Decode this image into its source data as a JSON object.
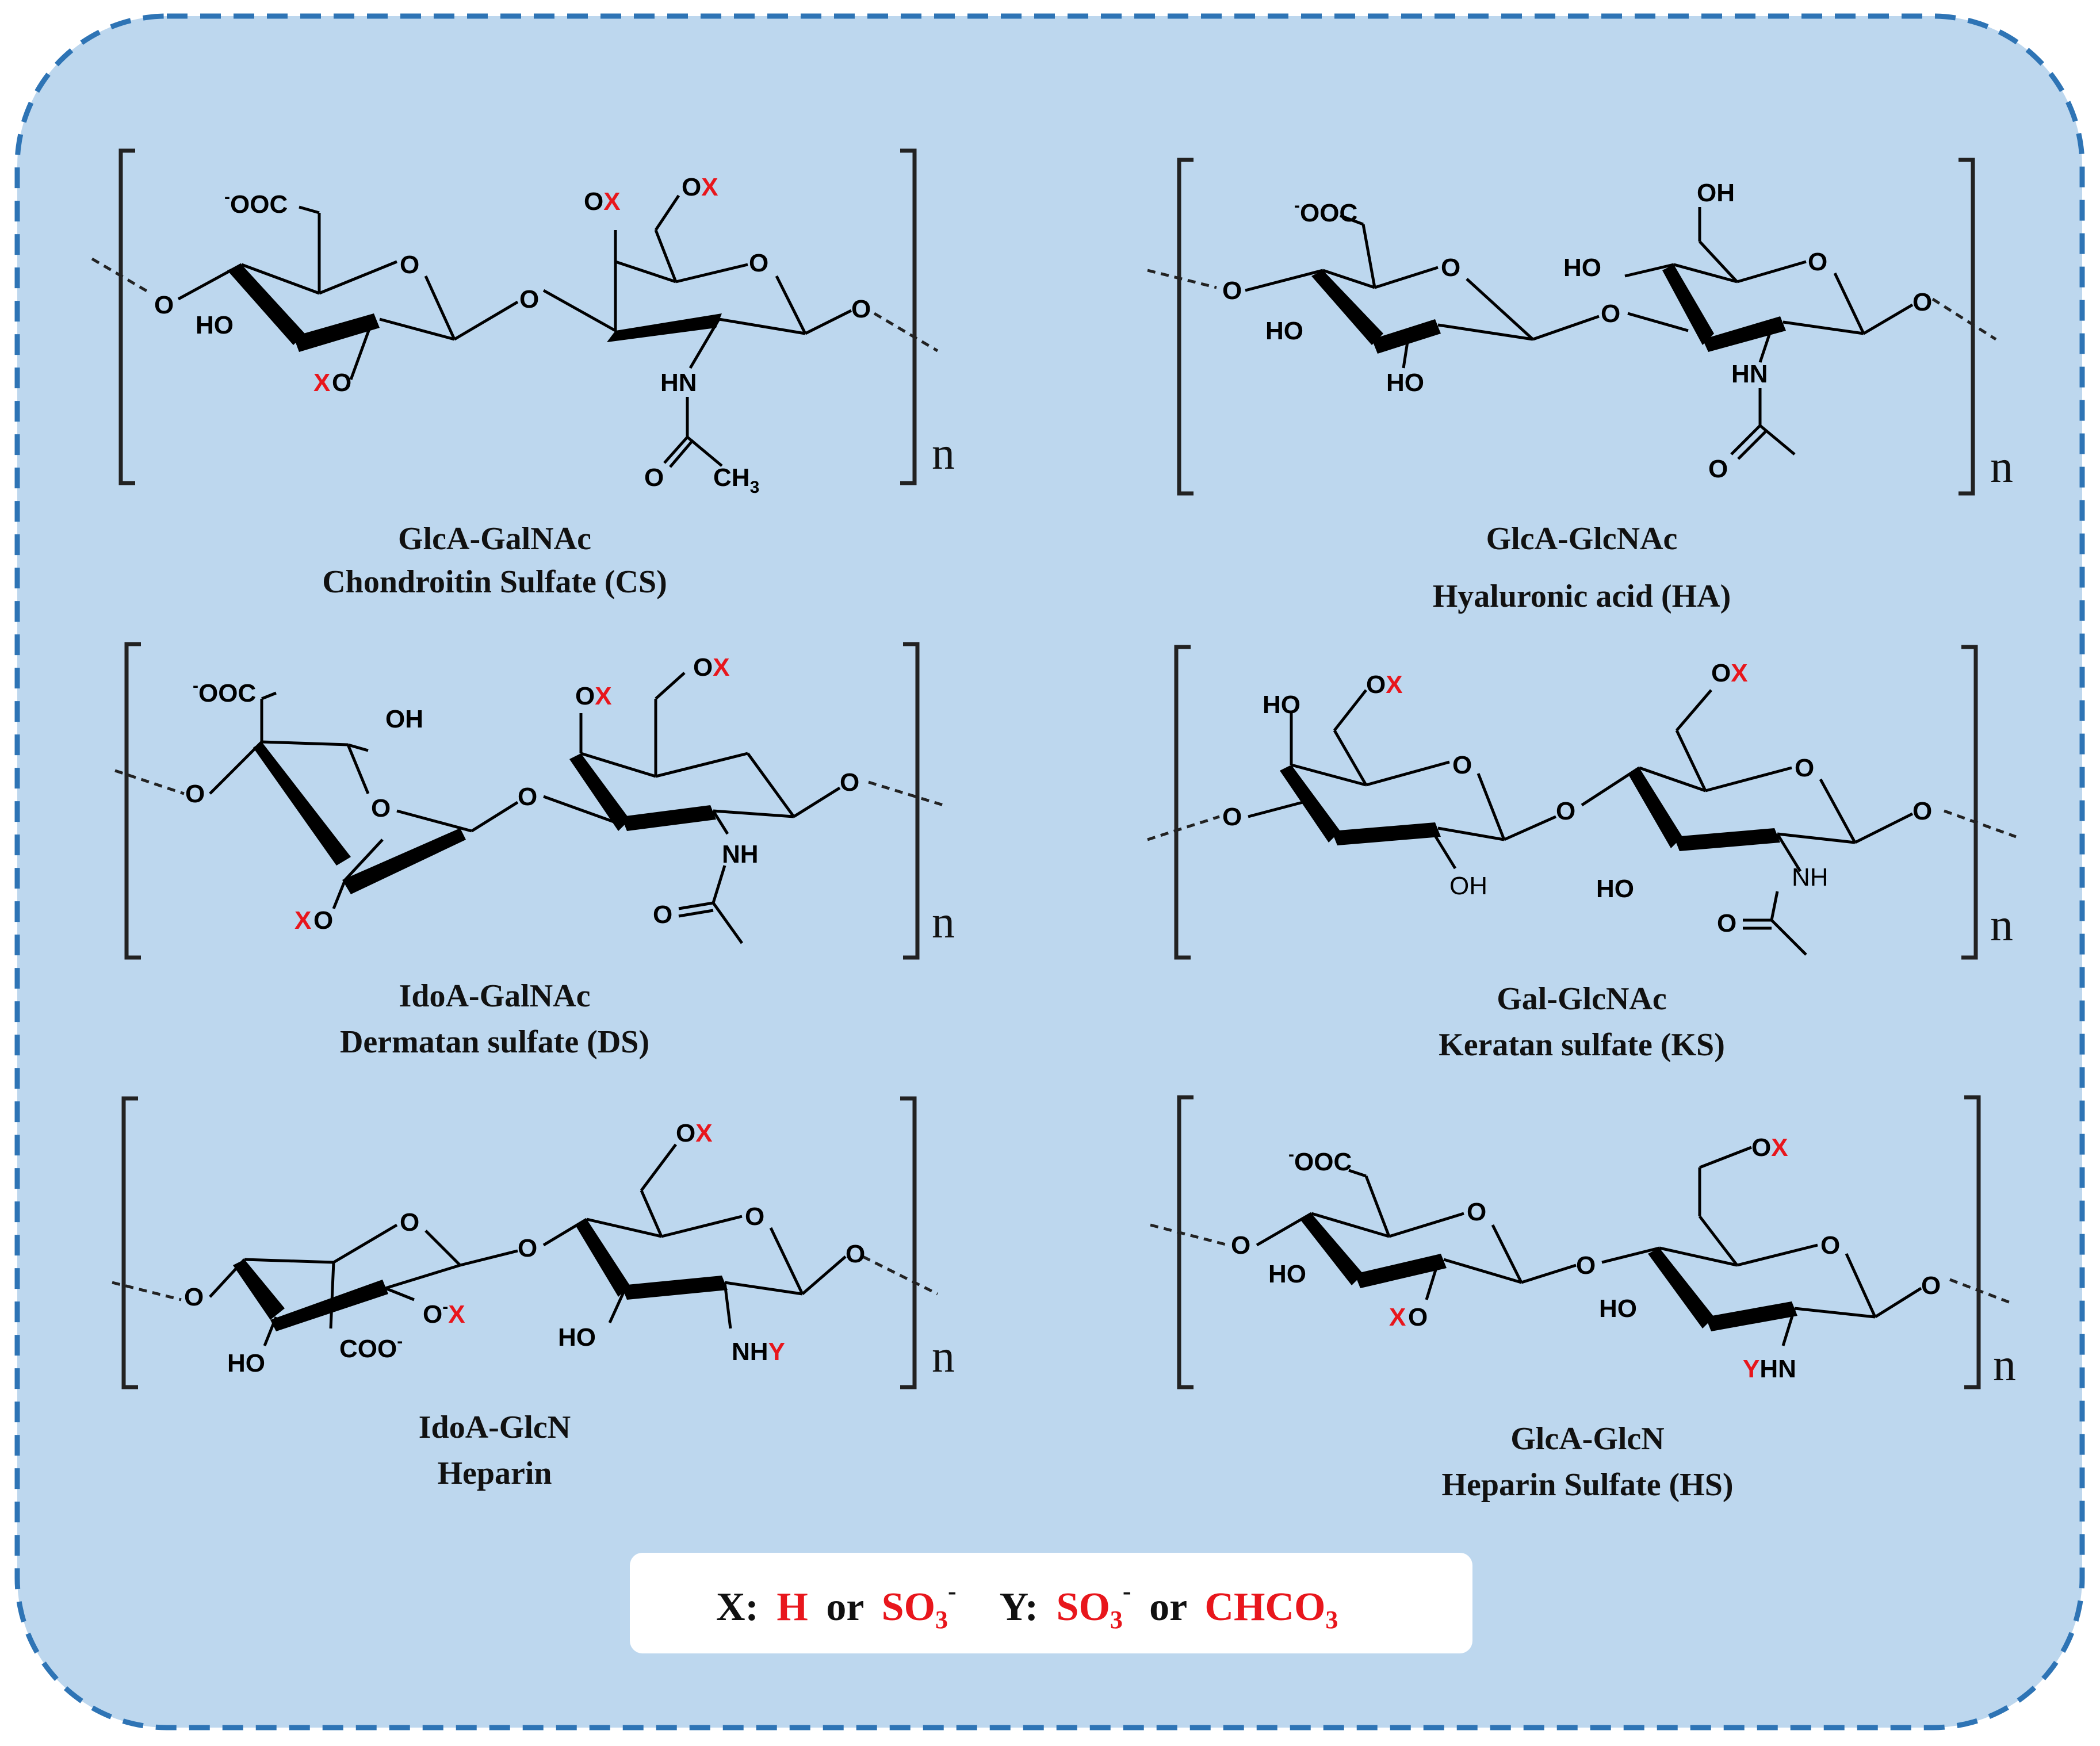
{
  "panels": [
    {
      "id": "cs",
      "line1": "GlcA-GalNAc",
      "line2": "Chondroitin Sulfate (CS)"
    },
    {
      "id": "ha",
      "line1": "GlcA-GlcNAc",
      "line2": "Hyaluronic acid (HA)"
    },
    {
      "id": "ds",
      "line1": "IdoA-GalNAc",
      "line2": "Dermatan sulfate (DS)"
    },
    {
      "id": "ks",
      "line1": "Gal-GlcNAc",
      "line2": "Keratan sulfate (KS)"
    },
    {
      "id": "hep",
      "line1": "IdoA-GlcN",
      "line2": "Heparin"
    },
    {
      "id": "hs",
      "line1": "GlcA-GlcN",
      "line2": "Heparin Sulfate (HS)"
    }
  ],
  "repeat_label": "n",
  "atoms": {
    "o": "O",
    "oh": "OH",
    "ho": "HO",
    "coo": "OOC",
    "coo_r": "COO",
    "minus": "-",
    "x": "X",
    "y": "Y",
    "hn": "HN",
    "nh": "NH",
    "ch": "CH",
    "three": "3"
  },
  "legend": {
    "x_label": "X:",
    "x_opt1": "H",
    "or1": "or",
    "x_opt2": "SO",
    "x_opt2_sub": "3",
    "x_opt2_sup": "-",
    "y_label": "Y:",
    "y_opt1": "SO",
    "y_opt1_sub": "3",
    "y_opt1_sup": "-",
    "or2": "or",
    "y_opt2": "CHCO",
    "y_opt2_sub": "3"
  },
  "colors": {
    "background": "#bdd7ee",
    "border": "#2e74b5",
    "highlight": "#e8161c",
    "legend_bg": "#ffffff"
  }
}
